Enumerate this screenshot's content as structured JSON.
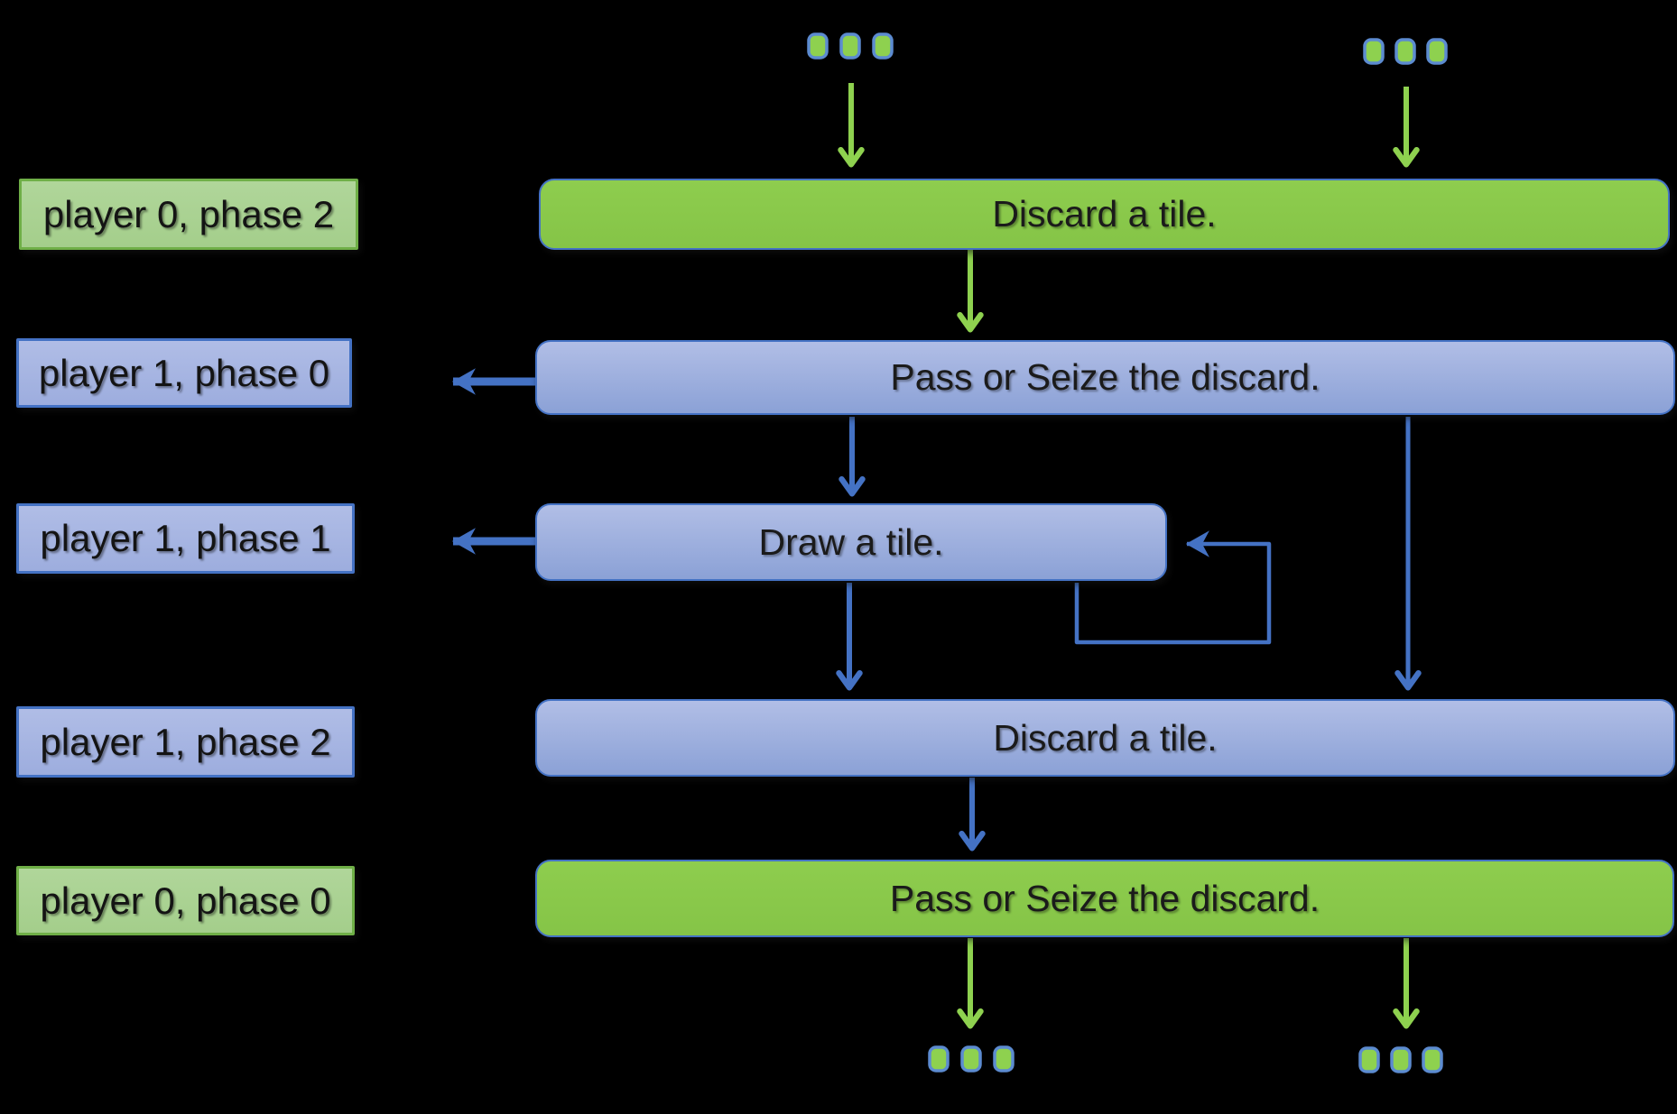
{
  "diagram": {
    "description": "Tile-game turn flow between player 0 and player 1",
    "colors": {
      "green-fill": "#8ecd4e",
      "green-fill-dark": "#85c447",
      "green-arrow": "#8ed14f",
      "green-label-fill": "#a4ce8b",
      "green-label-stroke": "#6faf47",
      "blue-fill-light": "#b1bee6",
      "blue-fill-dark": "#8ba1d6",
      "blue-label-fill": "#9dadde",
      "blue-stroke": "#4472c4",
      "dot-stroke": "#5c8bd0",
      "background": "#000000",
      "text": "#1b1b1b"
    },
    "phase_labels": [
      {
        "text": "player 0, phase 2",
        "variant": "green"
      },
      {
        "text": "player 1, phase 0",
        "variant": "blue"
      },
      {
        "text": "player 1, phase 1",
        "variant": "blue"
      },
      {
        "text": "player 1, phase 2",
        "variant": "blue"
      },
      {
        "text": "player 0, phase 0",
        "variant": "green"
      }
    ],
    "action_nodes": [
      {
        "text": "Discard a tile.",
        "variant": "green"
      },
      {
        "text": "Pass or Seize the discard.",
        "variant": "blue"
      },
      {
        "text": "Draw a tile.",
        "variant": "blue"
      },
      {
        "text": "Discard a tile.",
        "variant": "blue"
      },
      {
        "text": "Pass or Seize the discard.",
        "variant": "green"
      }
    ],
    "continuation_dots_glyph": "..."
  }
}
